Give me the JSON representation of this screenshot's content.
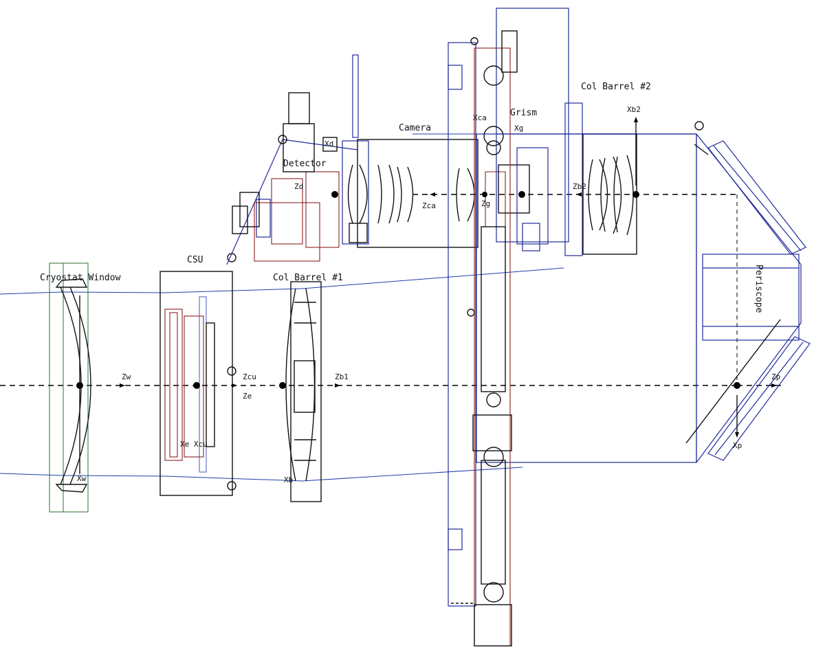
{
  "labels": {
    "cryostat_window": "Cryostat Window",
    "csu": "CSU",
    "col_barrel_1": "Col Barrel #1",
    "col_barrel_2": "Col Barrel #2",
    "detector": "Detector",
    "camera": "Camera",
    "grism": "Grism",
    "periscope": "Periscope"
  },
  "axes": {
    "zw": "Zw",
    "zcu": "Zcu",
    "ze": "Ze",
    "zb1": "Zb1",
    "zca": "Zca",
    "zg": "Zg",
    "zb2": "Zb2",
    "zp": "Zp",
    "xb2": "Xb2",
    "xca": "Xca",
    "xg": "Xg",
    "xp": "Xp",
    "xb": "Xb",
    "xw": "Xw",
    "xe_xcu": "Xe Xcu",
    "xd": "Xd",
    "zd": "Zd"
  },
  "colors": {
    "mechanical_blue": "#1f2a9a",
    "mount_red": "#8a2020",
    "optical_black": "#111111",
    "window_green": "#2c6b2c"
  }
}
